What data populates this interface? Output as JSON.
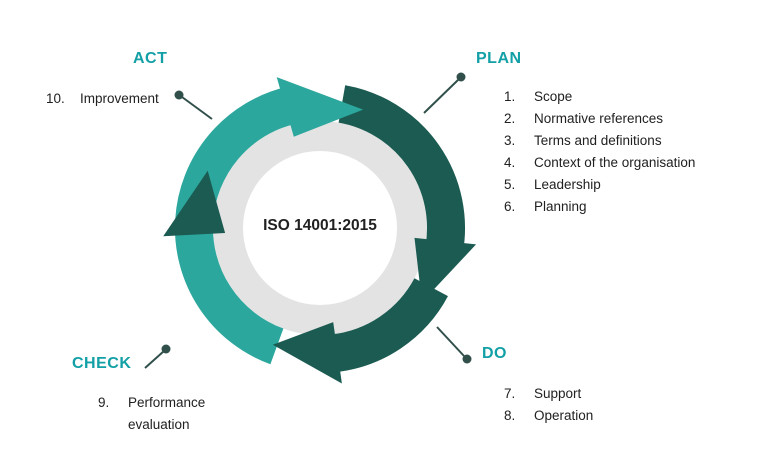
{
  "diagram": {
    "center_label": "ISO 14001:2015",
    "phases": {
      "act": {
        "label": "ACT",
        "items": [
          {
            "num": "10.",
            "text": "Improvement"
          }
        ]
      },
      "plan": {
        "label": "PLAN",
        "items": [
          {
            "num": "1.",
            "text": "Scope"
          },
          {
            "num": "2.",
            "text": "Normative references"
          },
          {
            "num": "3.",
            "text": "Terms and definitions"
          },
          {
            "num": "4.",
            "text": "Context of the organisation"
          },
          {
            "num": "5.",
            "text": "Leadership"
          },
          {
            "num": "6.",
            "text": "Planning"
          }
        ]
      },
      "do": {
        "label": "DO",
        "items": [
          {
            "num": "7.",
            "text": "Support"
          },
          {
            "num": "8.",
            "text": "Operation"
          }
        ]
      },
      "check": {
        "label": "CHECK",
        "items": [
          {
            "num": "9.",
            "text": "Performance evaluation"
          }
        ]
      }
    },
    "colors": {
      "heading_teal": "#12A0A6",
      "arc_light_teal": "#2BA79D",
      "arc_dark_teal": "#1B5B52",
      "ring_gray": "#E3E3E3",
      "connector": "#31504B",
      "text": "#212121"
    }
  }
}
